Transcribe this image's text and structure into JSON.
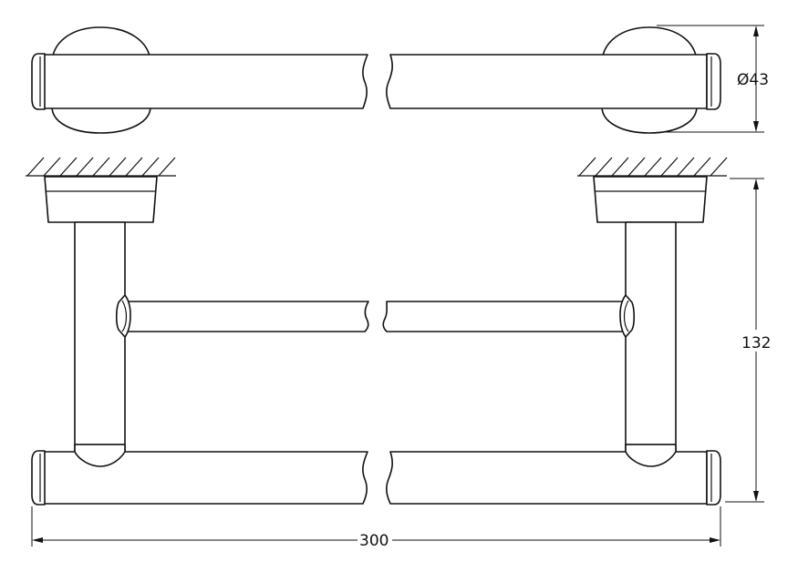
{
  "drawing": {
    "dimensions": {
      "diameter_label": "Ø43",
      "height_label": "132",
      "width_label": "300"
    },
    "line_color": "#111111",
    "background": "#ffffff"
  }
}
